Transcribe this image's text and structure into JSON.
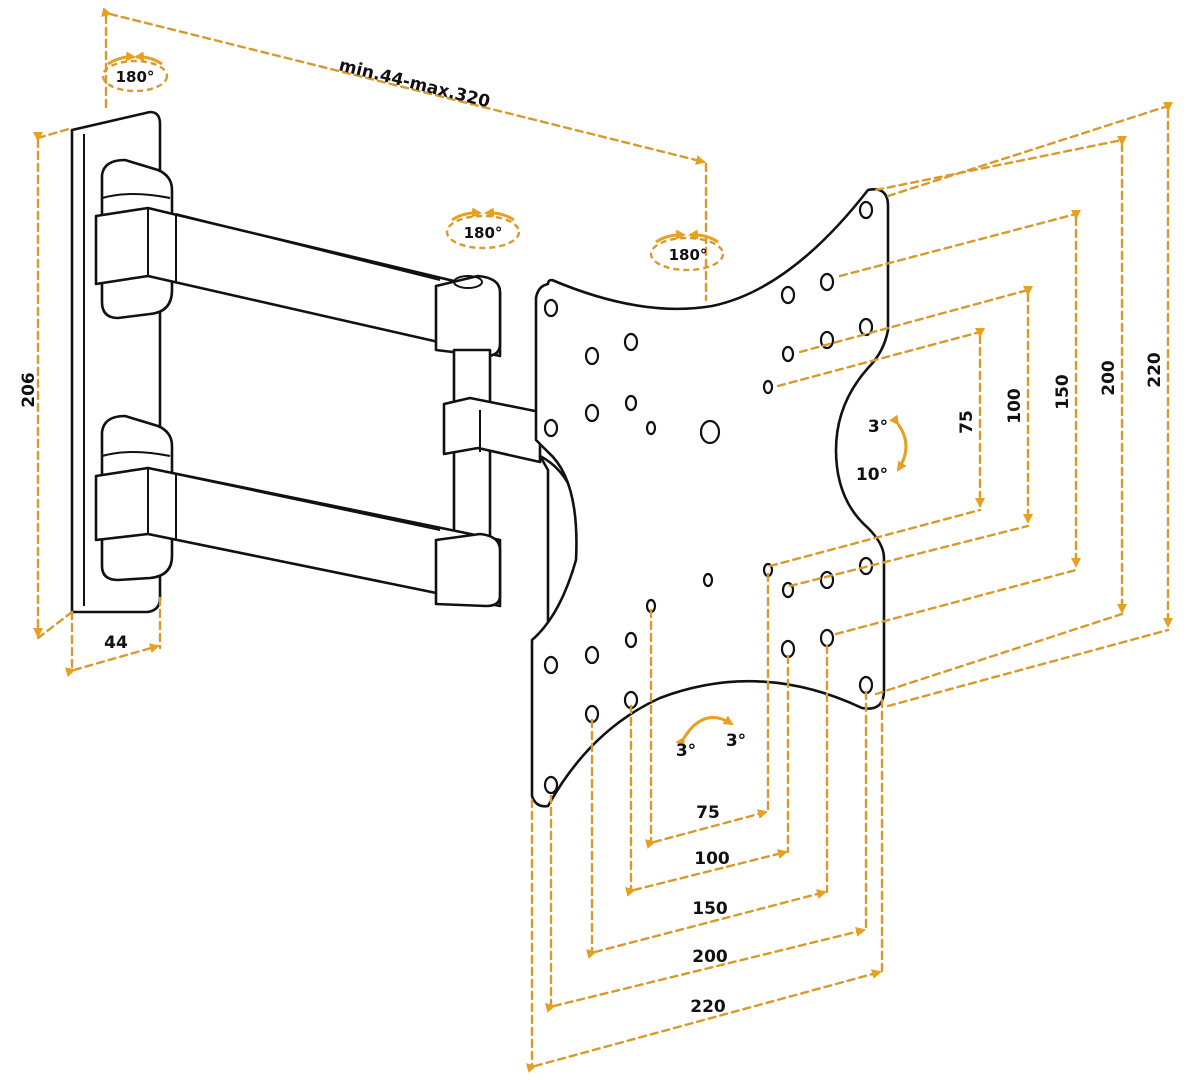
{
  "overall_label": "min.44-max.320",
  "wall_height": "206",
  "wall_depth": "44",
  "rotation_labels": {
    "top_left": "180°",
    "elbow": "180°",
    "plate": "180°"
  },
  "tilt_labels": {
    "up": "3°",
    "down": "10°"
  },
  "swivel_labels": {
    "left": "3°",
    "right": "3°"
  },
  "vertical_spacing": [
    "75",
    "100",
    "150",
    "200",
    "220"
  ],
  "horizontal_spacing": [
    "75",
    "100",
    "150",
    "200",
    "220"
  ],
  "colors": {
    "dimension": "#d89a2a",
    "arrow": "#e8a020",
    "outline": "#111111"
  }
}
